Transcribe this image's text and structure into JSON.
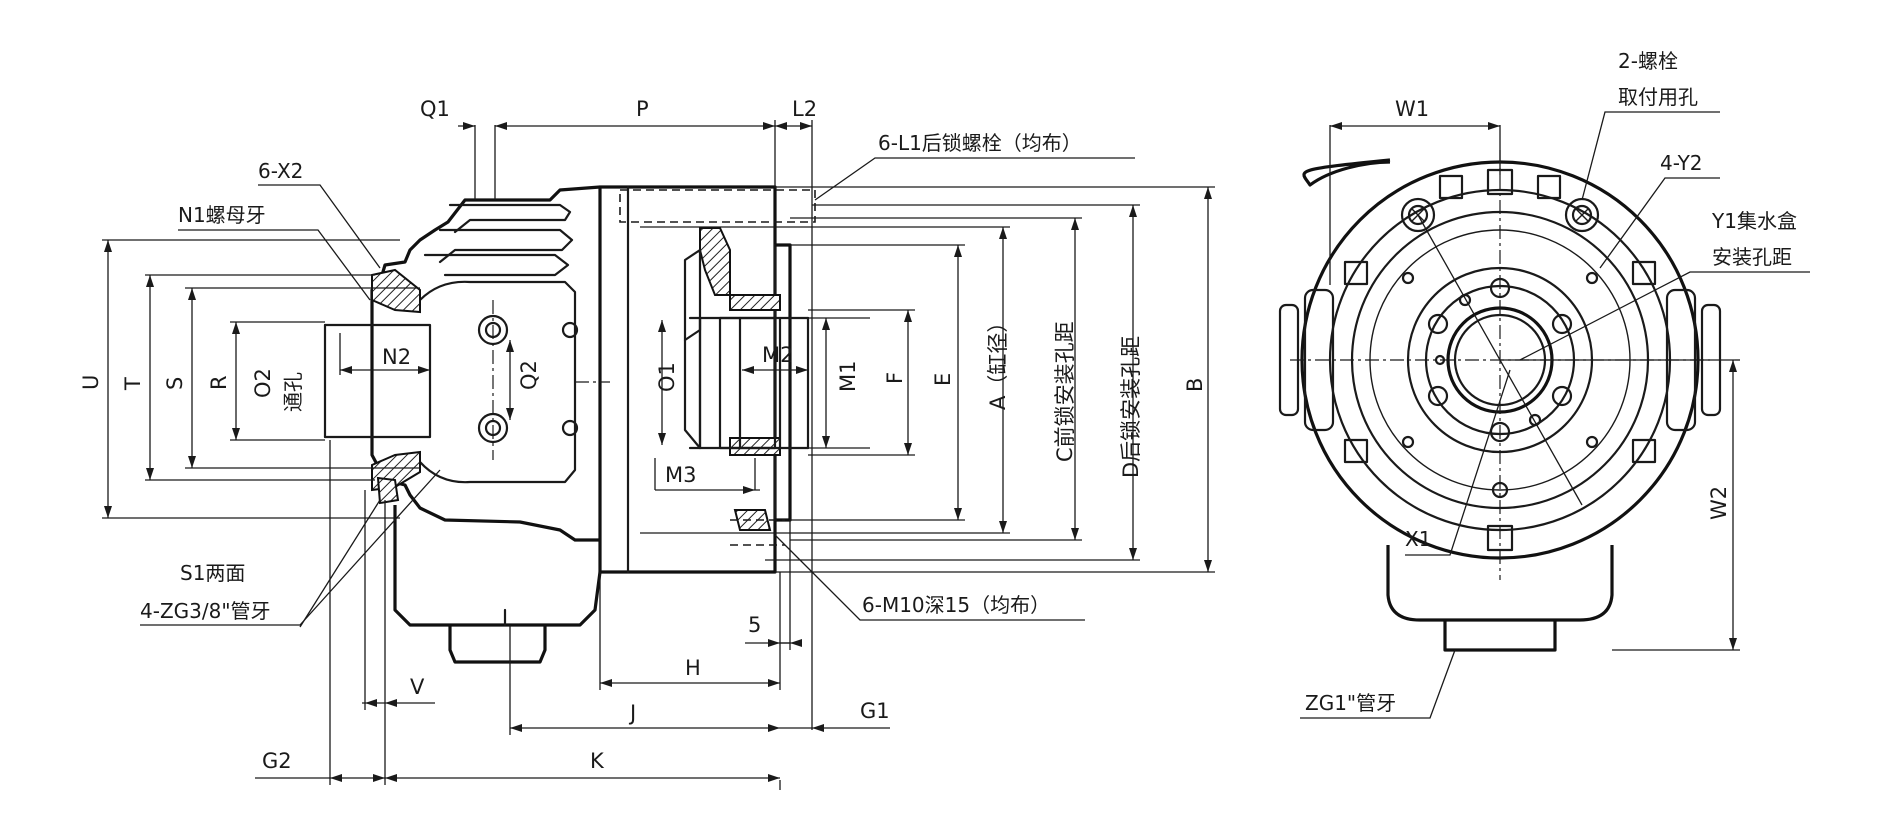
{
  "side_view": {
    "top_dims": {
      "q1": "Q1",
      "p": "P",
      "l2": "L2"
    },
    "callouts": {
      "x2": "6-X2",
      "n1": "N1螺母牙",
      "l1": "6-L1后锁螺栓（均布）",
      "m10": "6-M10深15（均布）",
      "s1": "S1两面",
      "zg38": "4-ZG3/8\"管牙"
    },
    "left_dims": {
      "u": "U",
      "t": "T",
      "s": "S",
      "r": "R",
      "o2": "O2",
      "through_hole": "通孔",
      "n2": "N2",
      "q2": "Q2"
    },
    "inner_dims": {
      "o1": "O1",
      "m2": "M2",
      "m1": "M1",
      "f": "F",
      "e": "E",
      "m3": "M3"
    },
    "right_dims": {
      "a": "A（缸径）",
      "c": "C前锁安装孔距",
      "d": "D后锁安装孔距",
      "b": "B"
    },
    "bottom_dims": {
      "five": "5",
      "h": "H",
      "j": "J",
      "k": "K",
      "v": "V",
      "g1": "G1",
      "g2": "G2"
    }
  },
  "end_view": {
    "w1": "W1",
    "w2": "W2",
    "bolt_line1": "2-螺栓",
    "bolt_line2": "取付用孔",
    "y2": "4-Y2",
    "y1_line1": "Y1集水盒",
    "y1_line2": "安装孔距",
    "x1": "X1",
    "zg1": "ZG1\"管牙"
  }
}
